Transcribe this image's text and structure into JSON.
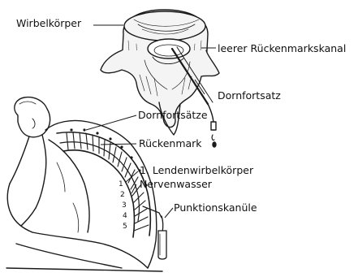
{
  "colors": {
    "ink": "#1a1a1a",
    "background": "#ffffff",
    "bone_fill": "#f4f4f4",
    "skin_fill": "#ffffff"
  },
  "labels": {
    "vertebral_body": "Wirbelkörper",
    "empty_spinal_canal": "leerer Rückenmarkskanal",
    "spinous_process": "Dornfortsatz",
    "spinous_processes": "Dornfortsätze",
    "spinal_cord": "Rückenmark",
    "first_lumbar_vertebra": "1. Lendenwirbelkörper",
    "cerebrospinal_fluid": "Nervenwasser",
    "puncture_needle": "Punktionskanüle"
  },
  "vertebra_numbers": [
    "1",
    "2",
    "3",
    "4",
    "5"
  ]
}
